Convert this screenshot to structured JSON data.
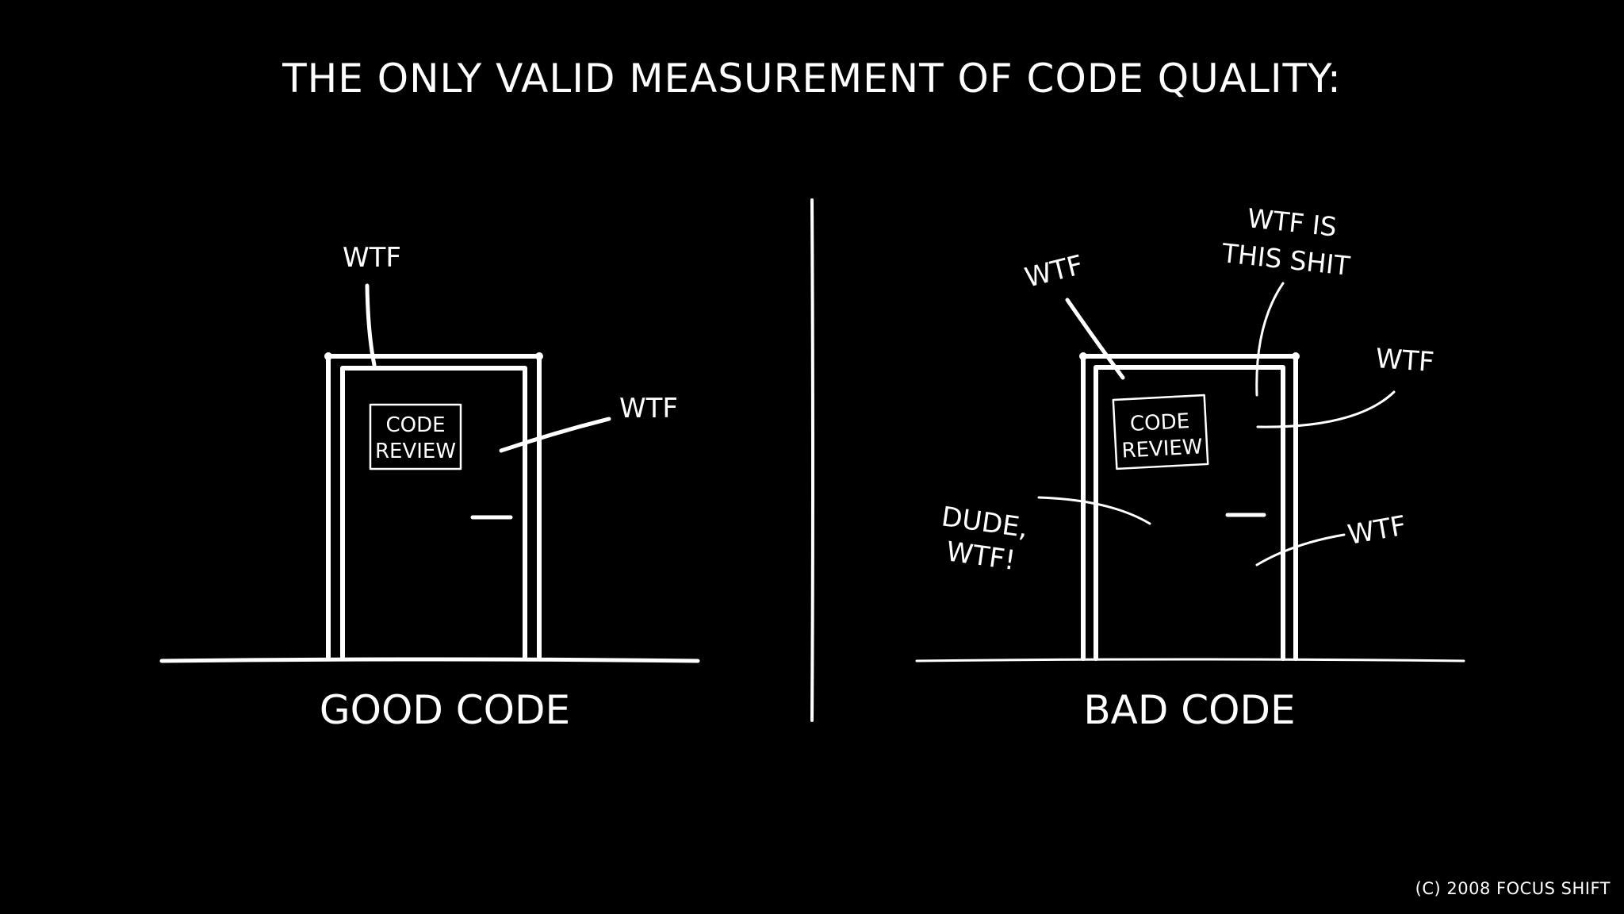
{
  "title": "THE ONLY VALID MEASUREMENT OF CODE QUALITY:",
  "panels": {
    "good": {
      "caption": "GOOD CODE",
      "sign_line1": "CODE",
      "sign_line2": "REVIEW",
      "shout1": "WTF",
      "shout2": "WTF"
    },
    "bad": {
      "caption": "BAD CODE",
      "sign_line1": "CODE",
      "sign_line2": "REVIEW",
      "shout_left": "WTF",
      "shout_top_line1": "WTF IS",
      "shout_top_line2": "THIS SHIT",
      "shout_right_top": "WTF",
      "shout_dude_line1": "DUDE,",
      "shout_dude_line2": "WTF!",
      "shout_right_bottom": "WTF"
    }
  },
  "copyright": "(C) 2008 FOCUS SHIFT",
  "colors": {
    "background": "#000000",
    "ink": "#ffffff"
  }
}
